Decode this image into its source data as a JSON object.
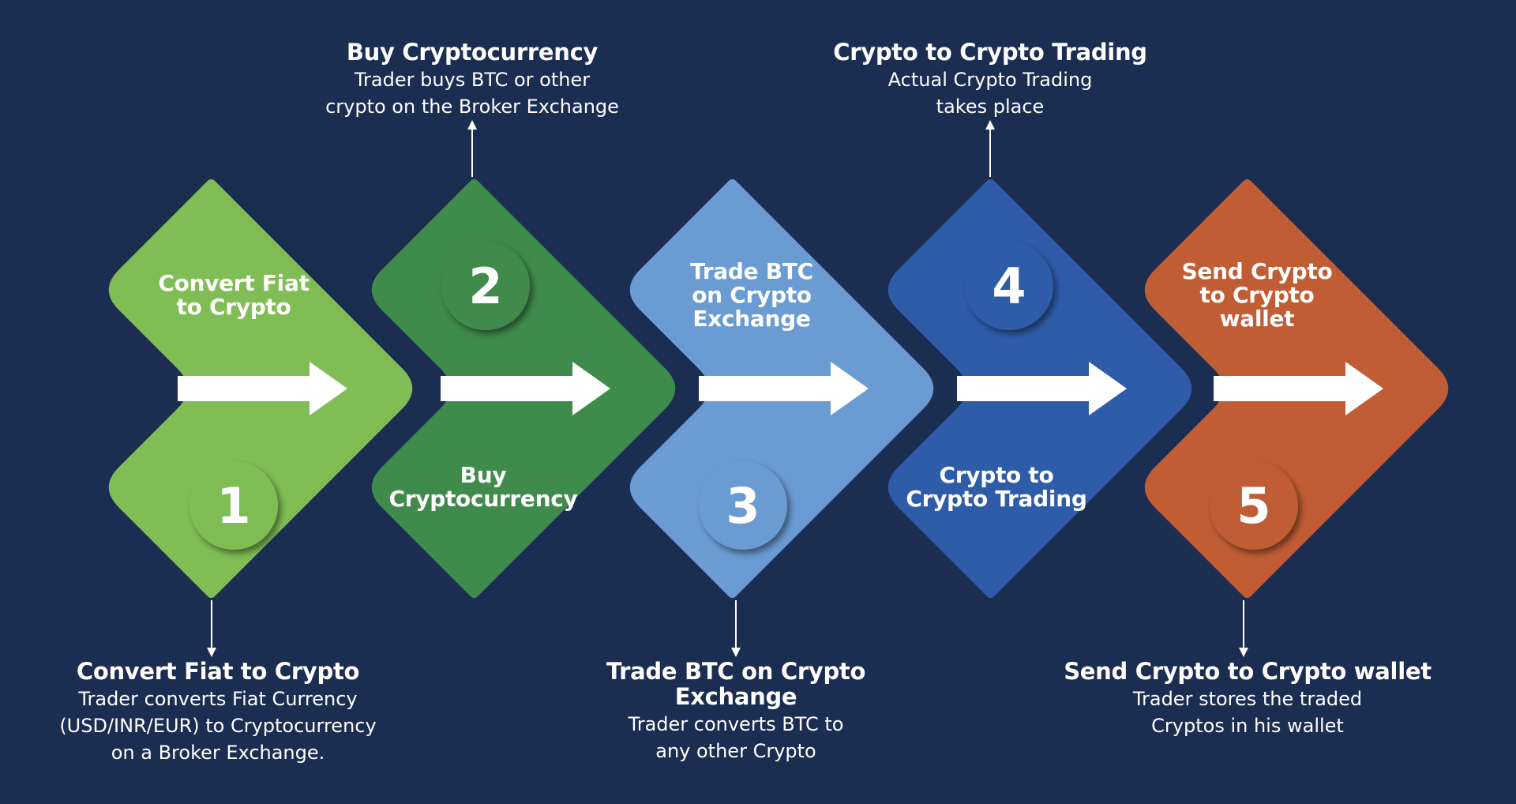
{
  "colors": {
    "background": "#1c2d52",
    "arrow": "#ffffff",
    "step1": "#80bd55",
    "step2": "#3f8b4b",
    "step3": "#6a9bd2",
    "step4": "#2f5ca9",
    "step5": "#c15d34"
  },
  "icons": {
    "arrow": "right-arrow-icon"
  },
  "steps": [
    {
      "number": "1",
      "chevron_label": "Convert Fiat\nto Crypto",
      "callout_title": "Convert Fiat to Crypto",
      "callout_desc": "Trader converts Fiat Currency\n(USD/INR/EUR) to Cryptocurrency\non a Broker Exchange."
    },
    {
      "number": "2",
      "chevron_label": "Buy\nCryptocurrency",
      "callout_title": "Buy Cryptocurrency",
      "callout_desc": "Trader buys BTC or other\ncrypto on the Broker Exchange"
    },
    {
      "number": "3",
      "chevron_label": "Trade BTC\non Crypto\nExchange",
      "callout_title": "Trade BTC on Crypto\nExchange",
      "callout_desc": "Trader converts BTC to\nany other Crypto"
    },
    {
      "number": "4",
      "chevron_label": "Crypto to\nCrypto Trading",
      "callout_title": "Crypto to Crypto Trading",
      "callout_desc": "Actual Crypto Trading\ntakes place"
    },
    {
      "number": "5",
      "chevron_label": "Send Crypto\nto Crypto\nwallet",
      "callout_title": "Send Crypto to Crypto wallet",
      "callout_desc": "Trader stores the traded\nCryptos in his wallet"
    }
  ]
}
